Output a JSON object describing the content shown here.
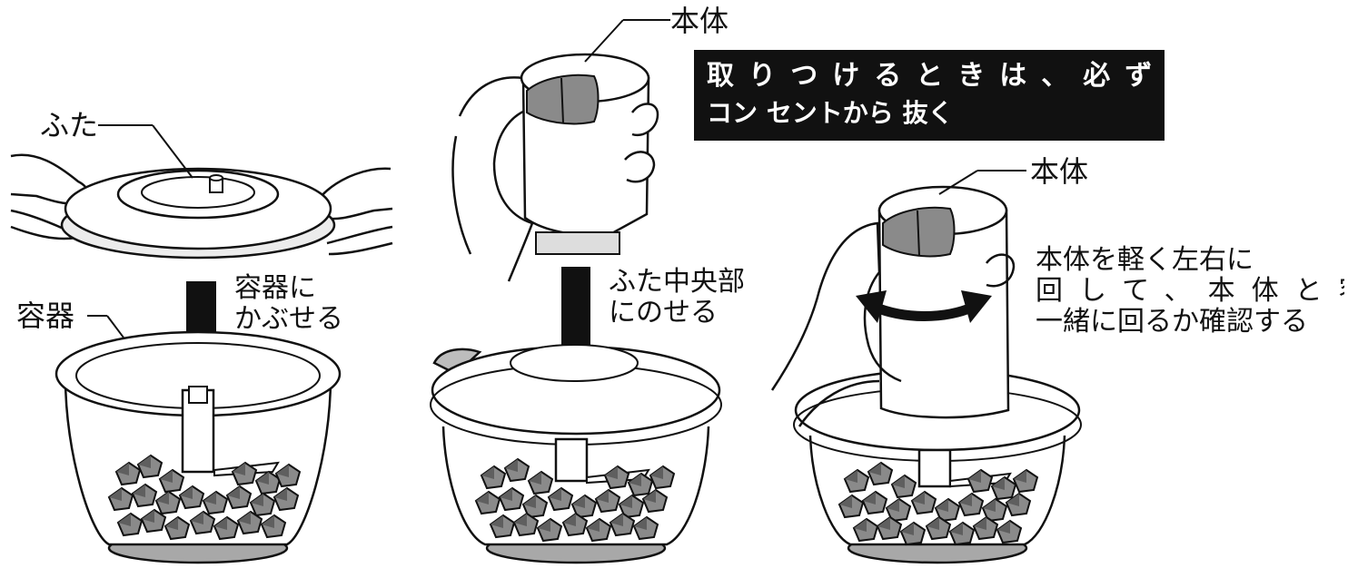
{
  "labels": {
    "lid": "ふた",
    "container": "容器",
    "cover_instruction_1": "容器に",
    "cover_instruction_2": "かぶせる",
    "body_top": "本体",
    "place_instruction_1": "ふた中央部",
    "place_instruction_2": "にのせる",
    "body_right": "本体",
    "rotate_instruction_1": "本体を軽く左右に",
    "rotate_instruction_2": "回して、本体と容",
    "rotate_instruction_3": "一緒に回るか確認する"
  },
  "warning": {
    "line1": "取りつけるときは、必ず",
    "line2": "コン セントから 抜く"
  },
  "colors": {
    "ink": "#111111",
    "gray_dark": "#6e6e6e",
    "gray_mid": "#a8a8a8",
    "gray_light": "#d9d9d9",
    "warning_bg": "#111111",
    "warning_text": "#ffffff"
  }
}
